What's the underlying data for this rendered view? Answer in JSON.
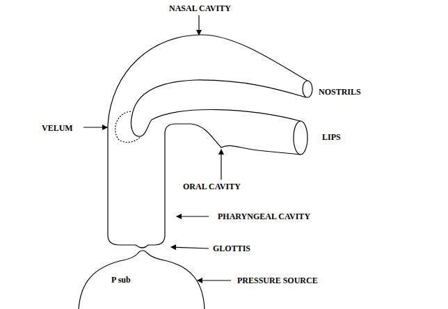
{
  "diagram": {
    "labels": [
      "NASAL CAVITY",
      "NOSTRILS",
      "VELUM",
      "LIPS",
      "ORAL CAVITY",
      "PHARYNGEAL CAVITY",
      "GLOTTIS",
      "P sub",
      "PRESSURE SOURCE"
    ]
  }
}
